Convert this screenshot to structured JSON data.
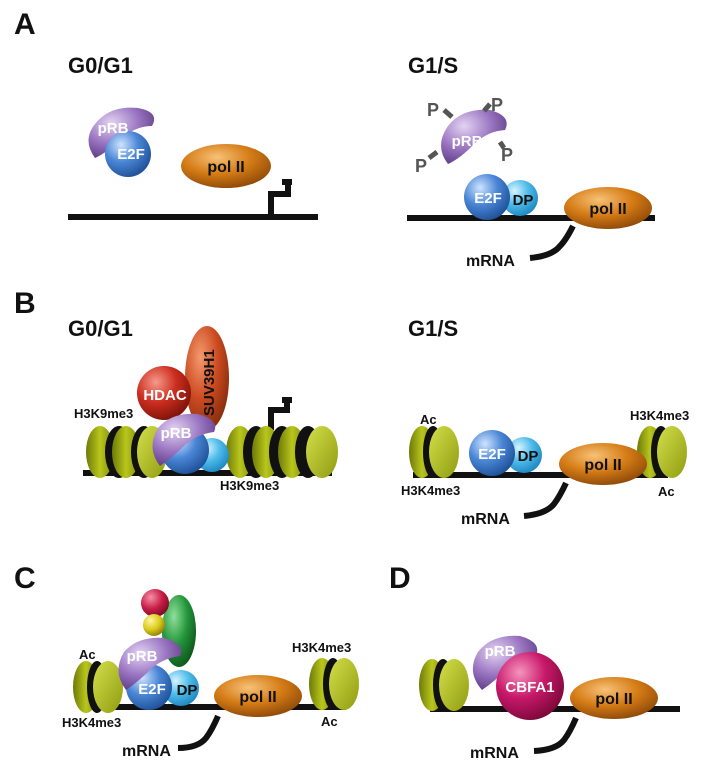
{
  "panels": {
    "A": {
      "letter": "A",
      "left": {
        "phase": "G0/G1",
        "prb": "pRB",
        "e2f": "E2F",
        "pol": "pol II"
      },
      "right": {
        "phase": "G1/S",
        "prb": "pRB",
        "e2f": "E2F",
        "dp": "DP",
        "pol": "pol II",
        "mrna": "mRNA",
        "phospho": [
          "P",
          "P",
          "P",
          "P"
        ]
      }
    },
    "B": {
      "letter": "B",
      "left": {
        "phase": "G0/G1",
        "hdac": "HDAC",
        "suv": "SUV39H1",
        "prb": "pRB",
        "mark_left": "H3K9me3",
        "mark_right": "H3K9me3"
      },
      "right": {
        "phase": "G1/S",
        "e2f": "E2F",
        "dp": "DP",
        "pol": "pol II",
        "mrna": "mRNA",
        "ac_left": "Ac",
        "ac_right": "Ac",
        "mark_left": "H3K4me3",
        "mark_right": "H3K4me3"
      }
    },
    "C": {
      "letter": "C",
      "prb": "pRB",
      "e2f": "E2F",
      "dp": "DP",
      "pol": "pol II",
      "mrna": "mRNA",
      "ac_left": "Ac",
      "ac_right": "Ac",
      "mark_left": "H3K4me3",
      "mark_right": "H3K4me3"
    },
    "D": {
      "letter": "D",
      "prb": "pRB",
      "cbfa1": "CBFA1",
      "pol": "pol II",
      "mrna": "mRNA"
    }
  },
  "colors": {
    "dna": "#111111",
    "prb": "#8b62b0",
    "e2f": "#3e7ac8",
    "dp": "#3fb0e6",
    "pol": "#cf7512",
    "hdac": "#c92a1e",
    "suv": "#c8441d",
    "nucleosome": "#a6b416",
    "cbfa1": "#c4155e",
    "phospho": "#555555"
  }
}
